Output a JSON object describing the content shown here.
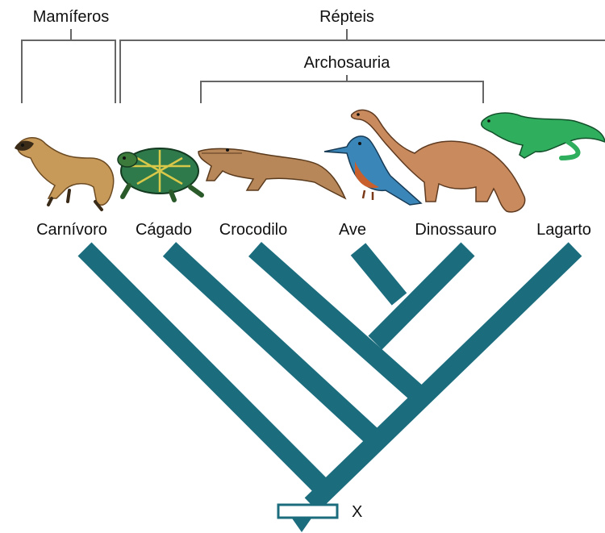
{
  "groups": {
    "mamiferos": "Mamíferos",
    "repteis": "Répteis",
    "archosauria": "Archosauria"
  },
  "taxa": {
    "carnivoro": "Carnívoro",
    "cagado": "Cágado",
    "crocodilo": "Crocodilo",
    "ave": "Ave",
    "dinossauro": "Dinossauro",
    "lagarto": "Lagarto"
  },
  "root_marker": "X",
  "colors": {
    "branch": "#1b6d7e",
    "bracket": "#666666",
    "text": "#111111"
  }
}
